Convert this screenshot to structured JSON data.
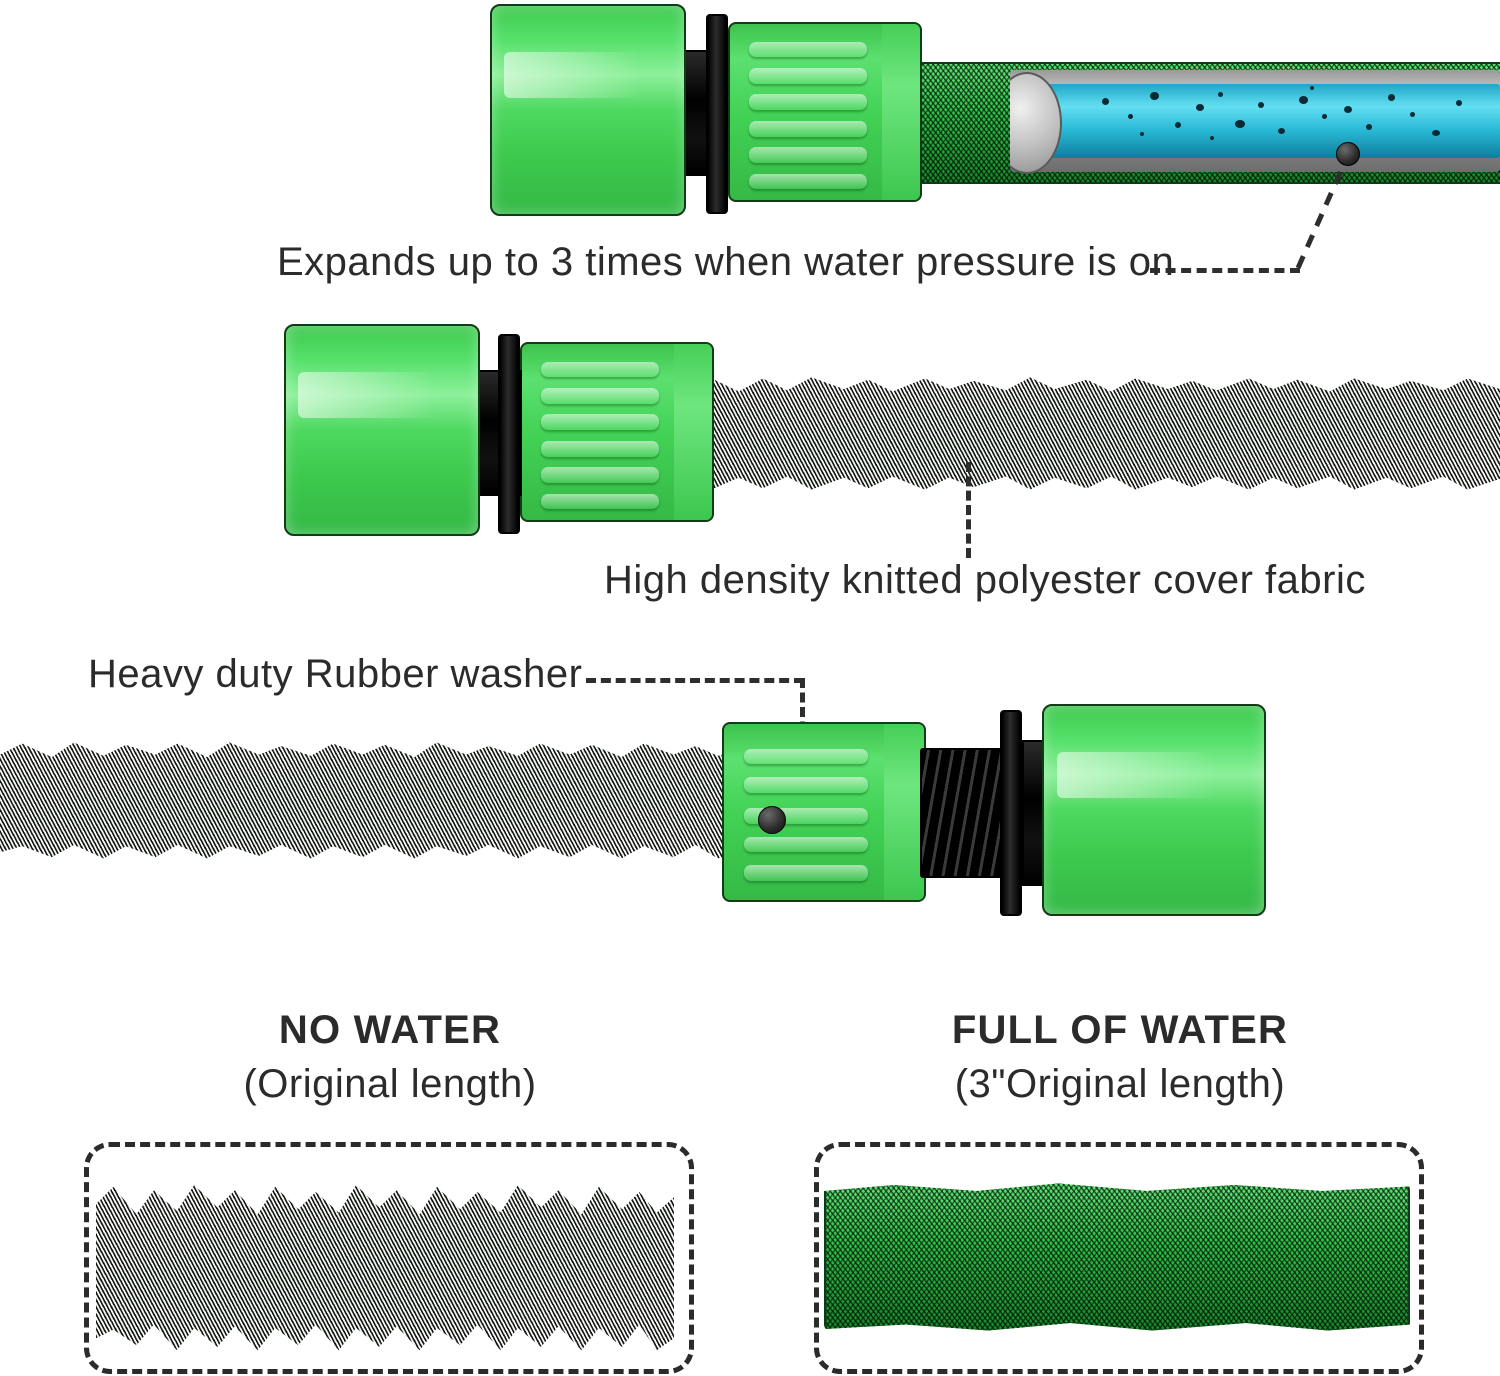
{
  "page": {
    "title": "Expandable Garden Hose Feature Diagram",
    "background_color": "#ffffff",
    "text_color": "#2b2b2b"
  },
  "colors": {
    "connector_green": "#4cd964",
    "mesh_green": "#25bf3e",
    "inner_tube_blue": "#29b9d6",
    "black_parts": "#000000",
    "fabric_gray": "#d8d8d2"
  },
  "annotations": [
    {
      "id": "expands",
      "text": "Expands up to 3 times when water pressure is on",
      "leader": "dashed-line-to-inner-tube"
    },
    {
      "id": "fabric",
      "text": "High density knitted polyester cover fabric",
      "leader": "dashed-line-up-to-hose"
    },
    {
      "id": "washer",
      "text": "Heavy duty Rubber washer",
      "leader": "dashed-line-right-then-down-to-washer"
    }
  ],
  "comparison": {
    "left": {
      "title": "NO WATER",
      "subtitle": "(Original length)",
      "state": "contracted"
    },
    "right": {
      "title": "FULL OF WATER",
      "subtitle": "(3\"Original length)",
      "state": "expanded"
    }
  },
  "components": {
    "hex_cap": "green-hex-coupling-nut",
    "collar": "black-collar",
    "flange": "black-flange-ring",
    "grip": "green-ribbed-grip",
    "threads": "black-threaded-nipple",
    "washer_dot": "rubber-washer",
    "inner_tube": "blue-latex-inner-tube",
    "outer_cover": "green-knitted-polyester-mesh"
  }
}
